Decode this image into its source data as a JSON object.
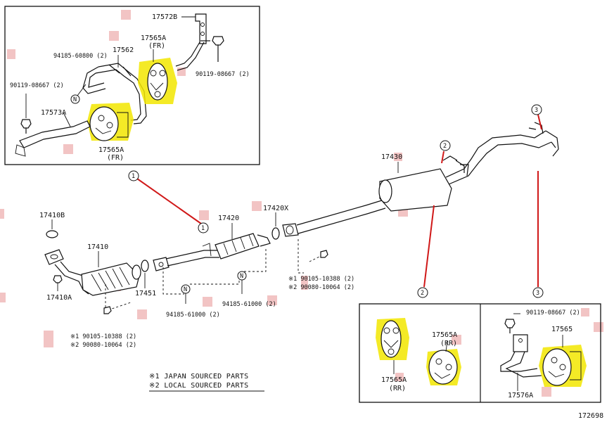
{
  "labels": {
    "p17572B": "17572B",
    "p17565A_top": "17565A",
    "fr_top": "(FR)",
    "p94185_60800": "94185-60800 (2)",
    "p17562": "17562",
    "p90119_left": "90119-08667 (2)",
    "p90119_right": "90119-08667 (2)",
    "p17573A": "17573A",
    "p17565A_mid": "17565A",
    "fr_mid": "(FR)",
    "p17430": "17430",
    "p17410B": "17410B",
    "p17410": "17410",
    "p17410A": "17410A",
    "p17420": "17420",
    "p17420X": "17420X",
    "p17451": "17451",
    "p94185_61000_a": "94185-61000 (2)",
    "p94185_61000_b": "94185-61000 (2)",
    "star1_a": "※1 90105-10388 (2)",
    "star2_a": "※2 90080-10064 (2)",
    "star1_b": "※1 90105-10388 (2)",
    "star2_b": "※2 90080-10064 (2)",
    "p17565A_rr1": "17565A",
    "rr1": "(RR)",
    "p17565A_rr2": "17565A",
    "rr2": "(RR)",
    "p90119_box3": "90119-08667 (2)",
    "p17565": "17565",
    "p17576A": "17576A",
    "callout1": "1",
    "callout2": "2",
    "callout3": "3",
    "n": "N",
    "diagram_id": "172698"
  },
  "notes": {
    "note1": "※1 JAPAN SOURCED PARTS",
    "note2": "※2 LOCAL SOURCED PARTS"
  },
  "colors": {
    "highlight": "#f2e600",
    "callout_line": "#d01818",
    "marker": "#f2c4c4"
  }
}
